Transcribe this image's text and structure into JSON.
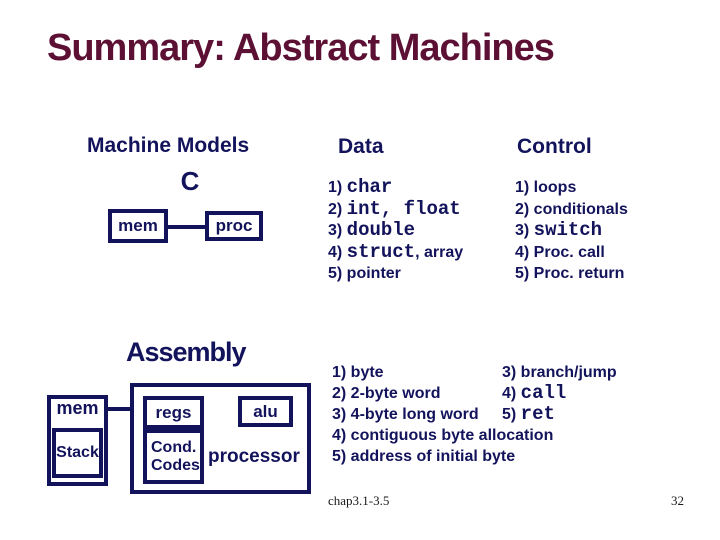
{
  "title": "Summary: Abstract Machines",
  "headers": {
    "models": "Machine Models",
    "data": "Data",
    "control": "Control"
  },
  "c_machine": {
    "label": "C",
    "boxes": {
      "mem": "mem",
      "proc": "proc"
    },
    "data_items": [
      [
        {
          "t": "1) "
        },
        {
          "t": "char",
          "mono": true
        }
      ],
      [
        {
          "t": "2) "
        },
        {
          "t": "int, float",
          "mono": true
        }
      ],
      [
        {
          "t": "3) "
        },
        {
          "t": "double",
          "mono": true
        }
      ],
      [
        {
          "t": "4) "
        },
        {
          "t": "struct",
          "mono": true
        },
        {
          "t": ", array"
        }
      ],
      [
        {
          "t": "5) pointer"
        }
      ]
    ],
    "control_items": [
      [
        {
          "t": "1) loops"
        }
      ],
      [
        {
          "t": "2) conditionals"
        }
      ],
      [
        {
          "t": "3) "
        },
        {
          "t": "switch",
          "mono": true
        }
      ],
      [
        {
          "t": "4) Proc. call"
        }
      ],
      [
        {
          "t": "5) Proc. return"
        }
      ]
    ]
  },
  "assembly": {
    "label": "Assembly",
    "boxes": {
      "mem": "mem",
      "stack": "Stack",
      "regs": "regs",
      "cond_line1": "Cond.",
      "cond_line2": "Codes",
      "alu": "alu",
      "processor": "processor"
    },
    "data_items": [
      [
        {
          "t": "1) byte"
        }
      ],
      [
        {
          "t": "2) 2-byte word"
        }
      ],
      [
        {
          "t": "3) 4-byte long word"
        }
      ],
      [
        {
          "t": "4) contiguous byte allocation"
        }
      ],
      [
        {
          "t": "5) address of initial byte"
        }
      ]
    ],
    "control_items": [
      [
        {
          "t": "3) branch/jump"
        }
      ],
      [
        {
          "t": "4) "
        },
        {
          "t": "call",
          "mono": true
        }
      ],
      [
        {
          "t": "5) "
        },
        {
          "t": "ret",
          "mono": true
        }
      ]
    ]
  },
  "footer": {
    "left": "chap3.1-3.5",
    "page": "32"
  },
  "colors": {
    "title": "#5C1034",
    "body": "#13135C"
  }
}
